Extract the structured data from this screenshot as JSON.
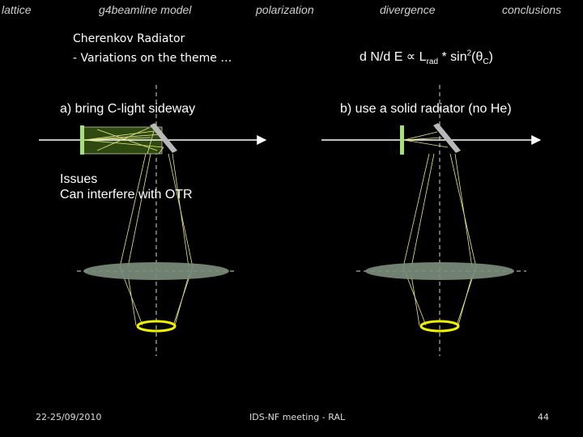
{
  "nav": {
    "items": [
      "lattice",
      "g4beamline model",
      "polarization",
      "divergence",
      "conclusions"
    ]
  },
  "title": {
    "line1": "Cherenkov Radiator",
    "line2": "- Variations on the theme …"
  },
  "formula": {
    "prefix": "d N/d E ∝ L",
    "sub1": "rad",
    "mid": " * sin",
    "sup": "2",
    "paren_open": "(θ",
    "sub2": "C",
    "paren_close": ")"
  },
  "caption_a": "a)  bring C-light sideway",
  "caption_b": "b)  use a solid radiator (no He)",
  "issues": {
    "line1": "Issues",
    "line2": "Can interfere with OTR"
  },
  "footer": {
    "date": "22-25/09/2010",
    "event": "IDS-NF meeting - RAL",
    "page": "44"
  },
  "colors": {
    "background": "#000000",
    "beam": "#ffffff",
    "radiator_box": "#2f4a10",
    "radiator_plate": "#a6e07a",
    "mirror": "#b8b8b8",
    "light_rays": "#e8e890",
    "lens": "#7a8c7c",
    "detector_ring": "#f2f200",
    "optical_axis": "#d8d8d8"
  }
}
